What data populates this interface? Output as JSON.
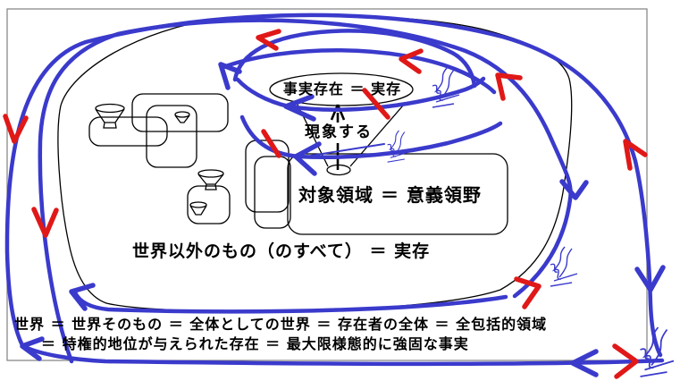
{
  "colors": {
    "loop_blue": "#3a3acc",
    "arrow_red": "#e01818",
    "outline_black": "#000000",
    "border_gray": "#808080",
    "background": "#ffffff"
  },
  "labels": {
    "fact_ellipse": "事実存在 ＝ 実存",
    "phenomenon": "現象する",
    "object_domain": "対象領域 ＝ 意義領野",
    "world_exterior": "世界以外のもの（のすべて） ＝ 実存",
    "world_line1": "世界 ＝ 世界そのもの ＝ 全体としての世界 ＝ 存在者の全体 ＝ 全包括的領域",
    "world_line2": "＝ 特権的地位が与えられた存在 ＝ 最大限様態的に強固な事実"
  },
  "icons": [
    "funnel-icon",
    "scribble-icon",
    "arrow-up-icon",
    "red-arrowhead-icon",
    "blue-arrowhead-icon"
  ]
}
